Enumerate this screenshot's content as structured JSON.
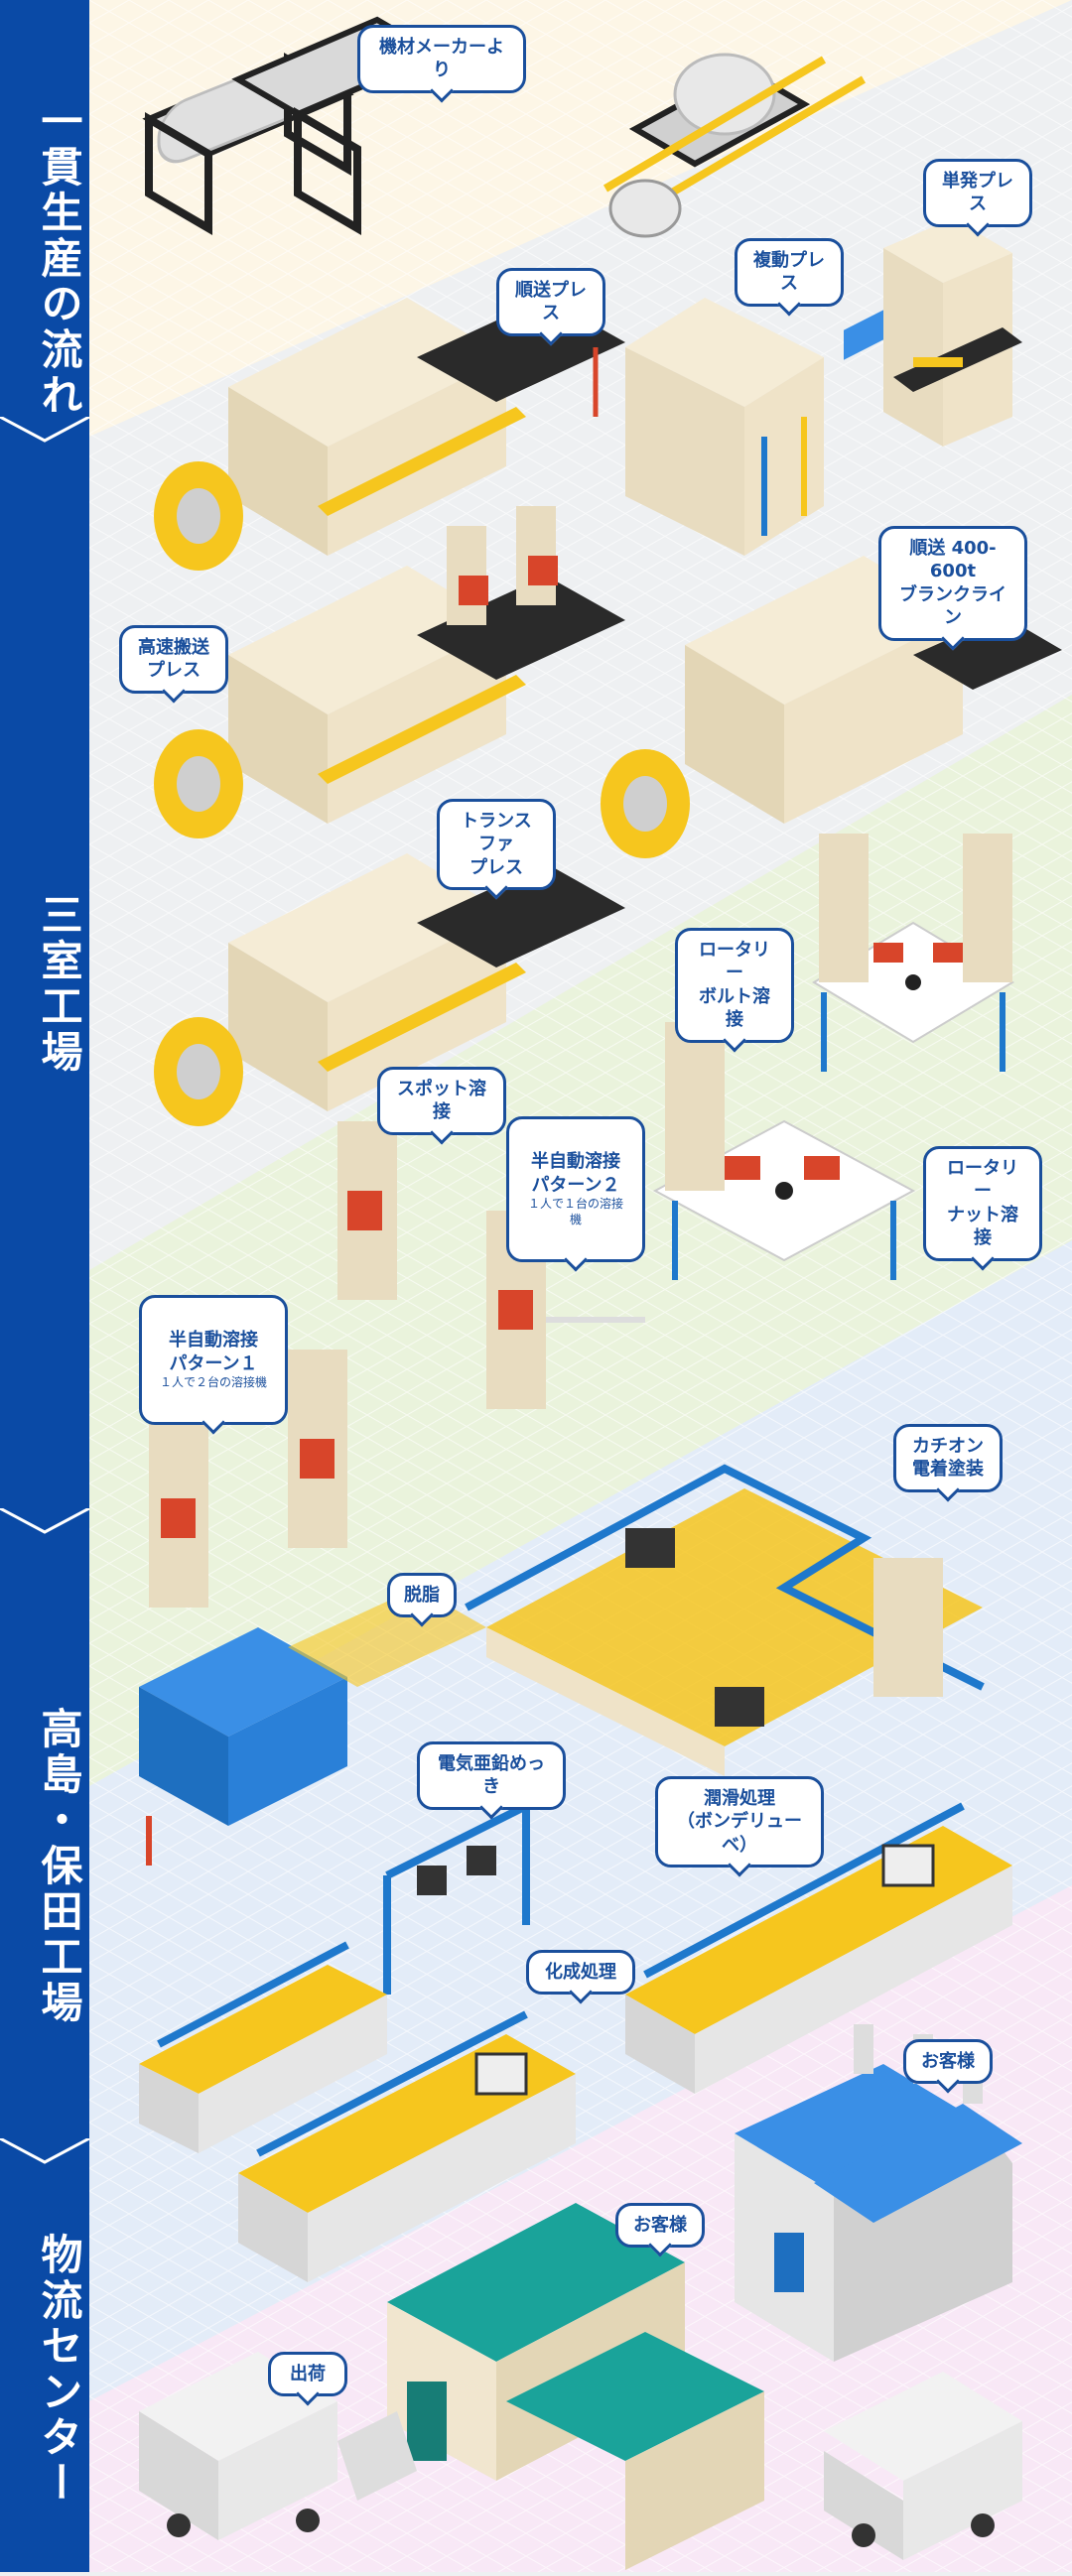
{
  "sidebar": {
    "sections": [
      {
        "label": "一貫生産の流れ"
      },
      {
        "label": "三室工場"
      },
      {
        "label": "高島・保田工場"
      },
      {
        "label": "物流センター"
      }
    ]
  },
  "bubbles": {
    "material": "機材メーカーより",
    "single_press": "単発プレス",
    "progressive_press": "順送プレス",
    "compound_press": "複動プレス",
    "blank_line": "順送 400-600t\nブランクライン",
    "high_speed_press": "高速搬送\nプレス",
    "transfer_press": "トランスファ\nプレス",
    "rotary_bolt": "ロータリー\nボルト溶接",
    "spot_weld": "スポット溶接",
    "semi_weld2": "半自動溶接\nパターン２",
    "semi_weld2_sub": "１人で１台の溶接機",
    "rotary_nut": "ロータリー\nナット溶接",
    "semi_weld1": "半自動溶接\nパターン１",
    "semi_weld1_sub": "１人で２台の溶接機",
    "cation": "カチオン\n電着塗装",
    "degrease": "脱脂",
    "zinc_plating": "電気亜鉛めっき",
    "lubrication": "潤滑処理\n（ボンデリューベ）",
    "chemical": "化成処理",
    "customer1": "お客様",
    "customer2": "お客様",
    "shipping": "出荷"
  },
  "colors": {
    "sidebar": "#0a4aa6",
    "bubble_border": "#1a4f9c",
    "zone1": "#fdf6e6",
    "zone2": "#eaf3dc",
    "zone3": "#e3ecf8",
    "zone4": "#f8e8f6",
    "machine": "#efe3c8",
    "accent_yellow": "#f6c61e",
    "accent_blue": "#1e78cc",
    "accent_red": "#d8452a",
    "roof_teal": "#1aa39a",
    "roof_blue": "#3a8fe6"
  }
}
